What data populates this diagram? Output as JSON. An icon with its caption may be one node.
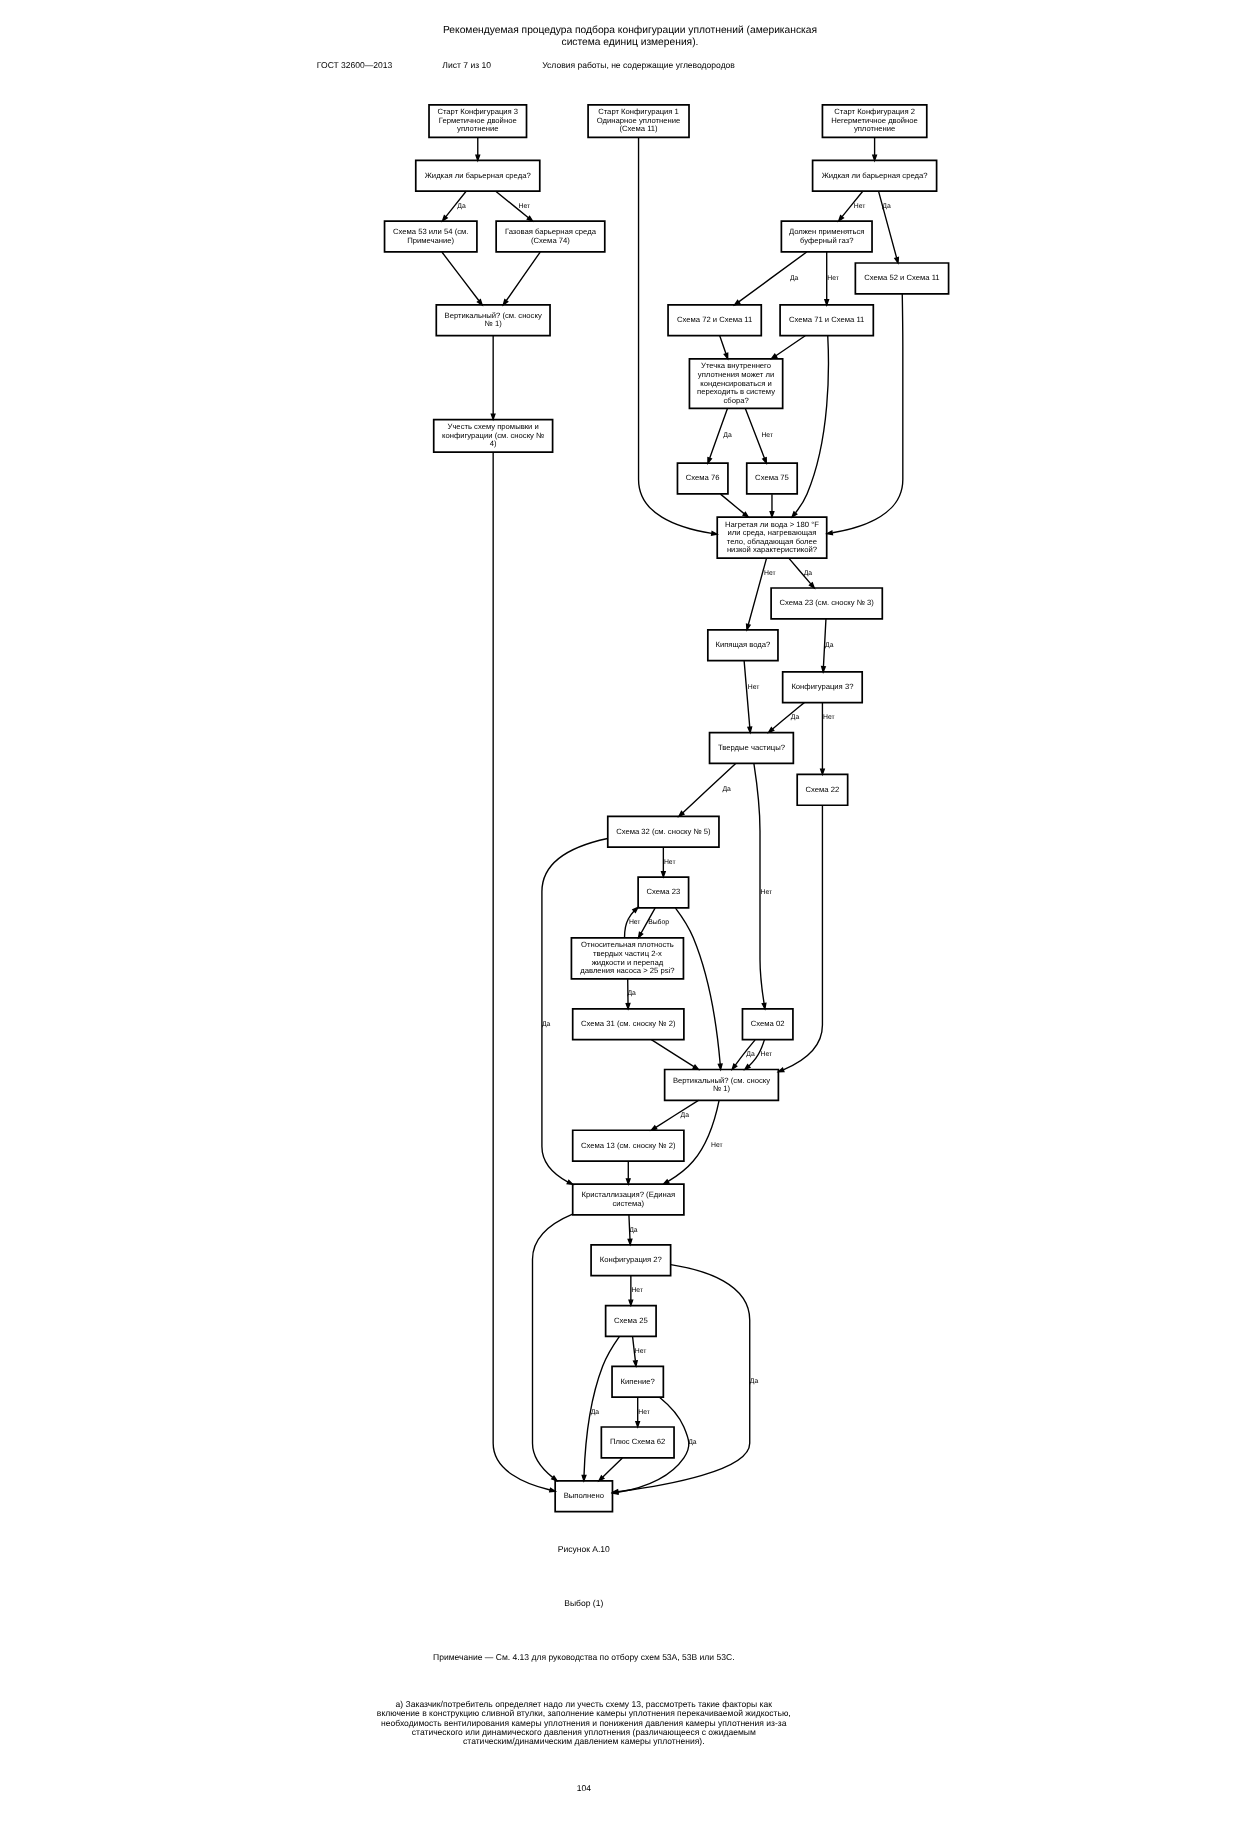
{
  "diagram": {
    "title": "Рекомендуемая процедура подбора конфигурации уплотнений (американская система единиц измерения).",
    "caption": "Рисунок А.10",
    "nodes": [
      {
        "text": [
          "Старт Конфигурация 3 Герметичное двойное уплотнение"
        ]
      },
      {
        "text": [
          "Старт Конфигурация 1 Одинарное уплотнение (Схема 11)"
        ]
      },
      {
        "text": [
          "Старт Конфигурация 2 Негерметичное двойное уплотнение"
        ]
      },
      {
        "text": [
          "Жидкая ли барьерная среда?"
        ]
      },
      {
        "text": [
          "Газовая барьерная среда (Схема 74)"
        ]
      },
      {
        "text": [
          "Схема 53 или 54 (см. Примечание)"
        ]
      },
      {
        "text": [
          "Вертикальный? (см. сноску № 1)"
        ]
      },
      {
        "text": [
          "Учесть схему промывки и конфигурации (см. сноску № 4)"
        ]
      },
      {
        "text": [
          "Схема 52 и Схема 11"
        ]
      },
      {
        "text": [
          "Жидкая ли барьерная среда?"
        ]
      },
      {
        "text": [
          "Схема 71 и Схема 11"
        ]
      },
      {
        "text": [
          "Должен применяться буферный газ?"
        ]
      },
      {
        "text": [
          "Схема 72 и Схема 11"
        ]
      },
      {
        "text": [
          "Схема 75"
        ]
      },
      {
        "text": [
          "Утечка внутреннего уплотнения может ли конденсироваться и переходить в систему сбора?"
        ]
      },
      {
        "text": [
          "Схема 76"
        ]
      },
      {
        "text": [
          "Нагретая ли вода > 180 °F или среда, нагревающая тело, обладающая более низкой характеристикой?"
        ]
      },
      {
        "text": [
          "Схема 23 (см. сноску № 3)"
        ]
      },
      {
        "text": [
          "Кипящая вода?"
        ]
      },
      {
        "text": [
          "Конфигурация 3?"
        ]
      },
      {
        "text": [
          "Твердые частицы?"
        ]
      },
      {
        "text": [
          "Схема 32 (см. сноску № 5)"
        ]
      },
      {
        "text": [
          "Схема 23"
        ]
      },
      {
        "text": [
          "Относительная плотность твердых частиц 2-х жидкости и перепад давления насоса > 25 psi?"
        ]
      },
      {
        "text": [
          "Схема 22"
        ]
      },
      {
        "text": [
          "Схема 02"
        ]
      },
      {
        "text": [
          "Схема 31 (см. сноску № 2)"
        ]
      },
      {
        "text": [
          "Вертикальный? (см. сноску № 1)"
        ]
      },
      {
        "text": [
          "Схема 13 (см. сноску № 2)"
        ]
      },
      {
        "text": [
          "Кристаллизация? (Единая система)"
        ]
      },
      {
        "text": [
          "Конфигурация 2?"
        ]
      },
      {
        "text": [
          "Схема 25"
        ]
      },
      {
        "text": [
          "Кипение?"
        ]
      },
      {
        "text": [
          "Плюс Схема 62"
        ]
      },
      {
        "text": [
          "Выполнено"
        ]
      }
    ],
    "edges": [
      {
        "from": 0,
        "to": 3,
        "arrow": "to"
      },
      {
        "from": 3,
        "to": 5,
        "arrow": "to",
        "label": "Да"
      },
      {
        "from": 3,
        "to": 4,
        "arrow": "to",
        "label": "Нет"
      },
      {
        "from": 4,
        "to": 6,
        "arrow": "to"
      },
      {
        "from": 5,
        "to": 6,
        "arrow": "to"
      },
      {
        "from": 6,
        "to": 7,
        "arrow": "to"
      },
      {
        "from": 7,
        "to": 34,
        "arrow": "to"
      },
      {
        "from": 2,
        "to": 9,
        "arrow": "to"
      },
      {
        "from": 9,
        "to": 8,
        "arrow": "to",
        "label": "Да"
      },
      {
        "from": 9,
        "to": 11,
        "arrow": "to",
        "label": "Нет"
      },
      {
        "from": 11,
        "to": 10,
        "arrow": "to",
        "label": "Нет"
      },
      {
        "from": 11,
        "to": 12,
        "arrow": "to",
        "label": "Да"
      },
      {
        "from": 12,
        "to": 14,
        "arrow": "to"
      },
      {
        "from": 10,
        "to": 14,
        "arrow": "to"
      },
      {
        "from": 14,
        "to": 13,
        "arrow": "to",
        "label": "Нет"
      },
      {
        "from": 14,
        "to": 15,
        "arrow": "to",
        "label": "Да"
      },
      {
        "from": 1,
        "to": 16,
        "arrow": "to"
      },
      {
        "from": 8,
        "to": 16,
        "arrow": "to"
      },
      {
        "from": 10,
        "to": 16,
        "arrow": "to"
      },
      {
        "from": 13,
        "to": 16,
        "arrow": "to"
      },
      {
        "from": 15,
        "to": 16,
        "arrow": "to"
      },
      {
        "from": 16,
        "to": 17,
        "arrow": "to",
        "label": "Да"
      },
      {
        "from": 16,
        "to": 18,
        "arrow": "to",
        "label": "Нет"
      },
      {
        "from": 17,
        "to": 19,
        "arrow": "to",
        "label": "Да"
      },
      {
        "from": 18,
        "to": 20,
        "arrow": "to",
        "label": "Нет"
      },
      {
        "from": 19,
        "to": 20,
        "arrow": "to",
        "label": "Да"
      },
      {
        "from": 19,
        "to": 24,
        "arrow": "to",
        "label": "Нет"
      },
      {
        "from": 20,
        "to": 21,
        "arrow": "to",
        "label": "Да"
      },
      {
        "from": 20,
        "to": 25,
        "arrow": "to",
        "label": "Нет"
      },
      {
        "from": 21,
        "to": 22,
        "arrow": "to",
        "label": "Нет"
      },
      {
        "from": 21,
        "to": 29,
        "arrow": "to",
        "label": "Да"
      },
      {
        "from": 22,
        "to": 23,
        "arrow": "to",
        "label": "Выбор"
      },
      {
        "from": 23,
        "to": 22,
        "arrow": "to",
        "label": "Нет"
      },
      {
        "from": 23,
        "to": 26,
        "arrow": "to",
        "label": "Да"
      },
      {
        "from": 24,
        "to": 27,
        "arrow": "to"
      },
      {
        "from": 25,
        "to": 27,
        "arrow": "to",
        "label": "Нет"
      },
      {
        "from": 25,
        "to": 27,
        "arrow": "to",
        "label": "Да"
      },
      {
        "from": 22,
        "to": 27,
        "arrow": "to"
      },
      {
        "from": 26,
        "to": 27,
        "arrow": "to"
      },
      {
        "from": 27,
        "to": 28,
        "arrow": "to",
        "label": "Да"
      },
      {
        "from": 27,
        "to": 29,
        "arrow": "to",
        "label": "Нет"
      },
      {
        "from": 28,
        "to": 29,
        "arrow": "to"
      },
      {
        "from": 29,
        "to": 30,
        "arrow": "to",
        "label": "Да"
      },
      {
        "from": 30,
        "to": 31,
        "arrow": "to",
        "label": "Нет"
      },
      {
        "from": 31,
        "to": 32,
        "arrow": "to",
        "label": "Нет"
      },
      {
        "from": 32,
        "to": 33,
        "arrow": "to",
        "label": "Нет"
      },
      {
        "from": 29,
        "to": 34,
        "arrow": "to"
      },
      {
        "from": 30,
        "to": 34,
        "arrow": "to",
        "label": "Да"
      },
      {
        "from": 31,
        "to": 34,
        "arrow": "to",
        "label": "Да"
      },
      {
        "from": 32,
        "to": 34,
        "arrow": "to",
        "label": "Да"
      },
      {
        "from": 33,
        "to": 34,
        "arrow": "to"
      }
    ],
    "labels": [
      "ГОСТ 32600—2013",
      "Лист 7 из 10",
      "Условия работы, не содержащие углеводородов",
      "Выбор (1)",
      "Примечание — См. 4.13 для руководства по отбору схем 53А, 53В или 53С.",
      "а) Заказчик/потребитель определяет надо ли учесть схему 13, рассмотреть такие факторы как включение в конструкцию сливной втулки, заполнение камеры уплотнения перекачиваемой жидкостью, необходимость вентилирования камеры уплотнения и понижения давления камеры уплотнения из-за статического или динамического давления уплотнения (различающееся с ожидаемым статическим/динамическим давлением камеры уплотнения).",
      "104"
    ]
  }
}
